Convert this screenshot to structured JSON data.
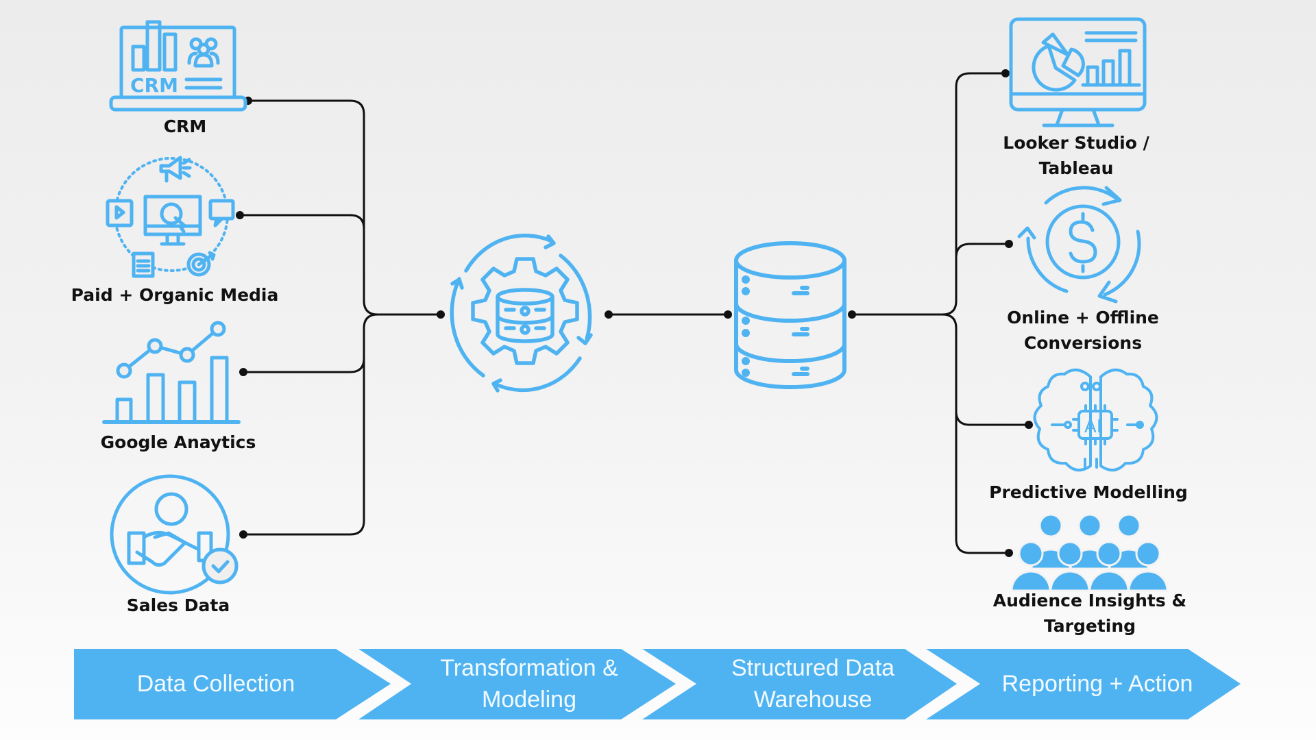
{
  "colors": {
    "accent": "#4fb3f2",
    "connector": "#111111",
    "label": "#111111",
    "stage_text": "#f4fbff"
  },
  "sources": [
    {
      "id": "crm",
      "label": "CRM",
      "icon": "crm-laptop-icon"
    },
    {
      "id": "media",
      "label": "Paid + Organic Media",
      "icon": "paid-organic-media-icon"
    },
    {
      "id": "ga",
      "label": "Google Anaytics",
      "icon": "analytics-chart-icon"
    },
    {
      "id": "sales",
      "label": "Sales Data",
      "icon": "handshake-dollar-icon"
    }
  ],
  "transform_node": {
    "icon": "gear-database-cycle-icon"
  },
  "warehouse_node": {
    "icon": "database-stack-icon"
  },
  "outputs": [
    {
      "id": "looker",
      "label_lines": [
        "Looker Studio /",
        "Tableau"
      ],
      "icon": "dashboard-monitor-icon"
    },
    {
      "id": "conversions",
      "label_lines": [
        "Online + Offline",
        "Conversions"
      ],
      "icon": "dollar-cycle-icon"
    },
    {
      "id": "predictive",
      "label_lines": [
        "Predictive Modelling"
      ],
      "icon": "ai-brain-icon"
    },
    {
      "id": "audience",
      "label_lines": [
        "Audience Insights &",
        "Targeting"
      ],
      "icon": "audience-group-icon"
    }
  ],
  "stages": [
    {
      "lines": [
        "Data Collection"
      ]
    },
    {
      "lines": [
        "Transformation &",
        "Modeling"
      ]
    },
    {
      "lines": [
        "Structured Data",
        "Warehouse"
      ]
    },
    {
      "lines": [
        "Reporting + Action"
      ]
    }
  ]
}
